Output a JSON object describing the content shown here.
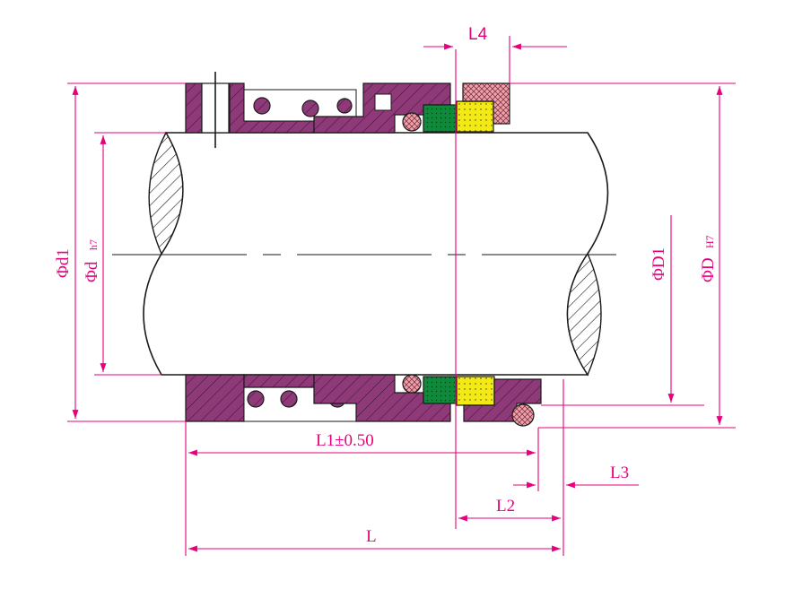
{
  "colors": {
    "dimension": "#e6007e",
    "metal": "#8e3a78",
    "face_green": "#0e8a3a",
    "face_yellow": "#f2ea12",
    "oring": "#f0a0a8",
    "outline": "#1a1a1a"
  },
  "labels": {
    "L4": "L4",
    "L1": "L1±0.50",
    "L": "L",
    "L2": "L2",
    "L3": "L3",
    "d1_symbol": "Φd1",
    "dh7_symbol": "Φd",
    "dh7_sub": "h7",
    "D1_symbol": "ΦD1",
    "DH7_symbol": "ΦD",
    "DH7_sub": "H7"
  }
}
